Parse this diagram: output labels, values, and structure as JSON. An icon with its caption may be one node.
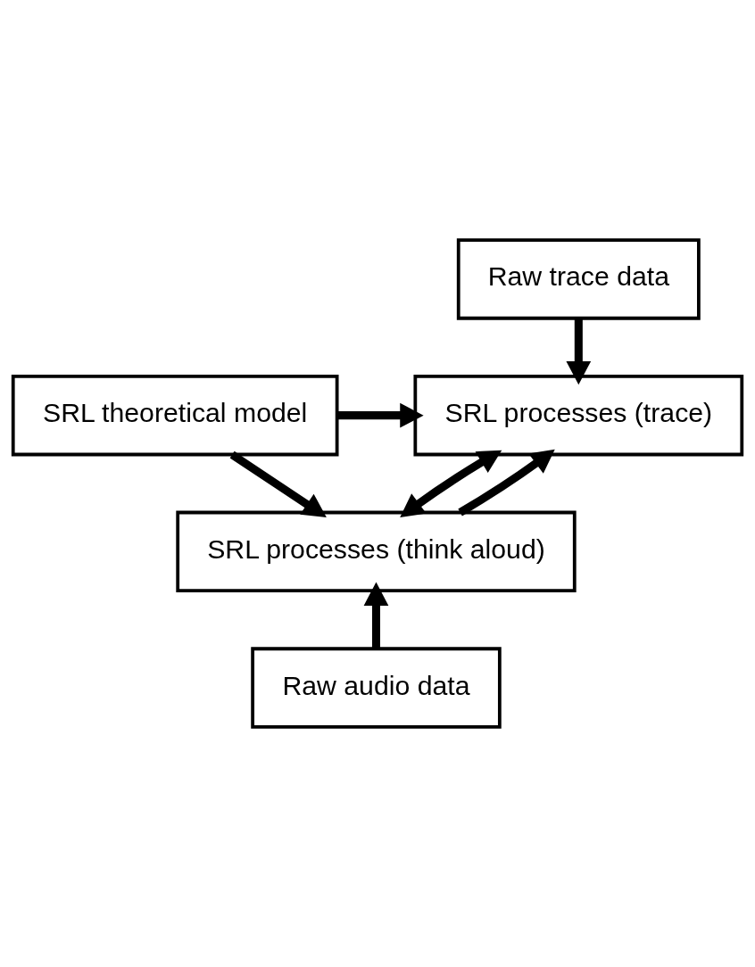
{
  "diagram": {
    "nodes": [
      {
        "text": [
          "Raw trace data"
        ]
      },
      {
        "text": [
          "SRL theoretical model"
        ]
      },
      {
        "text": [
          "SRL processes (trace)"
        ]
      },
      {
        "text": [
          "SRL processes (think aloud)"
        ]
      },
      {
        "text": [
          "Raw audio data"
        ]
      }
    ],
    "edges": [
      {
        "from": 0,
        "to": 2,
        "arrow": "to"
      },
      {
        "from": 1,
        "to": 2,
        "arrow": "to"
      },
      {
        "from": 2,
        "to": 3,
        "arrow": "both"
      },
      {
        "from": 1,
        "to": 3,
        "arrow": "to"
      },
      {
        "from": 4,
        "to": 3,
        "arrow": "to"
      },
      {
        "from": 3,
        "to": 2,
        "arrow": "to"
      }
    ]
  }
}
